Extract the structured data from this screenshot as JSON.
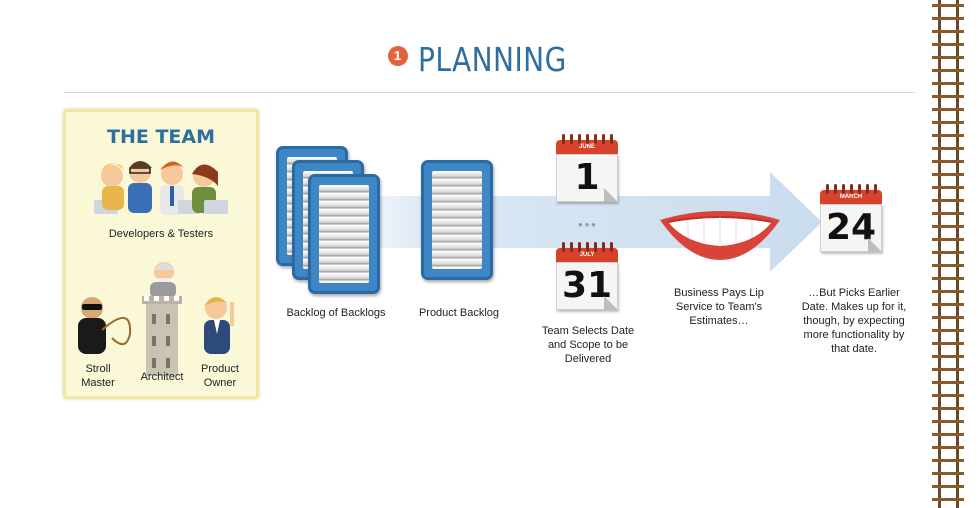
{
  "title": {
    "number": "1",
    "text": "PLANNING"
  },
  "team": {
    "title": "THE TEAM",
    "devs_label": "Developers & Testers",
    "stroll_master": "Stroll\nMaster",
    "architect": "Architect",
    "product_owner": "Product\nOwner"
  },
  "backlog_of_backlogs": "Backlog of Backlogs",
  "product_backlog": "Product Backlog",
  "calendar_june": {
    "month": "JUNE",
    "day": "1"
  },
  "calendar_ellipsis": "•••",
  "calendar_july": {
    "month": "JULY",
    "day": "31"
  },
  "team_selects": "Team Selects Date\nand Scope to be\nDelivered",
  "business_pays": "Business Pays Lip\nService to Team's\nEstimates…",
  "calendar_march": {
    "month": "MARCH",
    "day": "24"
  },
  "picks_earlier": "…But Picks Earlier\nDate. Makes up for it,\nthough, by expecting\nmore functionality by\nthat date.",
  "colors": {
    "title_blue": "#2f6f9f",
    "number_badge": "#e0653a",
    "calendar_red": "#d7432a",
    "server_blue": "#3f86c4",
    "arrow_blue": "#dce9f5"
  }
}
